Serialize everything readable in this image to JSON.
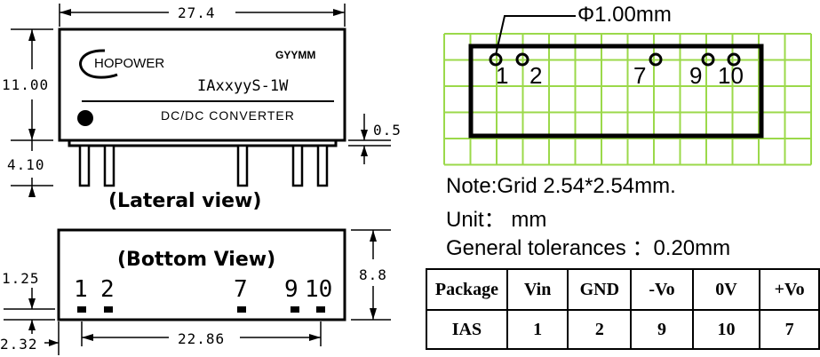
{
  "lateral": {
    "brand": "HOPOWER",
    "date_code": "GYYMM",
    "model": "IAxxyyS-1W",
    "subtitle": "DC/DC CONVERTER",
    "caption": "(Lateral view)",
    "dim_length": "27.4",
    "dim_height": "11.00",
    "dim_pin_length": "4.10",
    "dim_standoff": "0.5"
  },
  "bottom": {
    "caption": "(Bottom View)",
    "pin_labels": [
      "1",
      "2",
      "7",
      "9",
      "10"
    ],
    "dim_depth": "8.8",
    "dim_pin_offset": "1.25",
    "dim_edge": "2.32",
    "dim_pin_span": "22.86"
  },
  "grid": {
    "hole_label": "Φ1.00mm",
    "pin_labels": [
      "1",
      "2",
      "7",
      "9",
      "10"
    ],
    "grid_color": "#9bd94a"
  },
  "notes": {
    "line1": "Note:Grid 2.54*2.54mm.",
    "line2": "Unit：  mm",
    "line3": "General tolerances ：0.20mm"
  },
  "pin_table": {
    "headers": [
      "Package",
      "Vin",
      "GND",
      "-Vo",
      "0V",
      "+Vo"
    ],
    "row": [
      "IAS",
      "1",
      "2",
      "9",
      "10",
      "7"
    ]
  }
}
